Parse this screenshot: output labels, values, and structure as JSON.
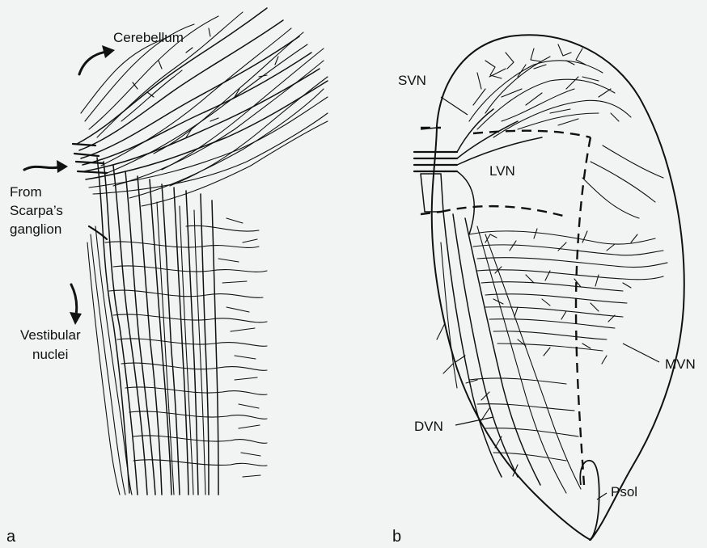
{
  "colors": {
    "background": "#f2f4f4",
    "ink": "#111111"
  },
  "panel_a": {
    "letter": "a",
    "labels": {
      "cerebellum": "Cerebellum",
      "from_line1": "From",
      "from_line2": "Scarpa’s",
      "from_line3": "ganglion",
      "vestibular_line1": "Vestibular",
      "vestibular_line2": "nuclei"
    }
  },
  "panel_b": {
    "letter": "b",
    "labels": {
      "svn": "SVN",
      "lvn": "LVN",
      "mvn": "MVN",
      "dvn": "DVN",
      "psol": "Psol"
    }
  }
}
